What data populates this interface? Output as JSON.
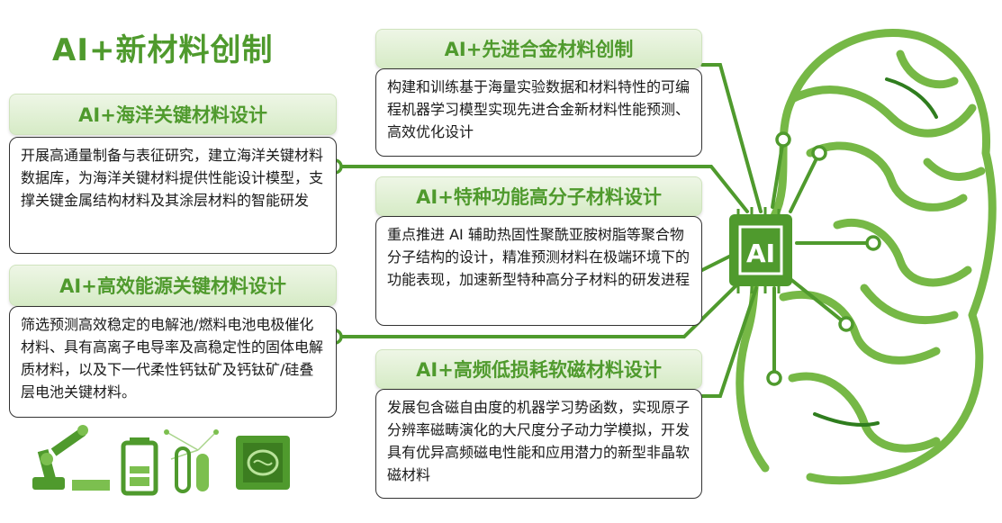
{
  "title": "AI+新材料创制",
  "cards": {
    "ocean": {
      "heading": "AI+海洋关键材料设计",
      "body": "开展高通量制备与表征研究，建立海洋关键材料数据库，为海洋关键材料提供性能设计模型，支撑关键金属结构材料及其涂层材料的智能研发"
    },
    "energy": {
      "heading": "AI+高效能源关键材料设计",
      "body": "筛选预测高效稳定的电解池/燃料电池电极催化材料、具有高离子电导率及高稳定性的固体电解质材料，以及下一代柔性钙钛矿及钙钛矿/硅叠层电池关键材料。"
    },
    "alloy": {
      "heading": "AI+先进合金材料创制",
      "body": "构建和训练基于海量实验数据和材料特性的可编程机器学习模型实现先进合金新材料性能预测、高效优化设计"
    },
    "polymer": {
      "heading": "AI+特种功能高分子材料设计",
      "body": "重点推进 AI 辅助热固性聚酰亚胺树脂等聚合物分子结构的设计，精准预测材料在极端环境下的功能表现，加速新型特种高分子材料的研发进程"
    },
    "magnetic": {
      "heading": "AI+高频低损耗软磁材料设计",
      "body": "发展包含磁自由度的机器学习势函数，实现原子分辨率磁畴演化的大尺度分子动力学模拟，开发具有优异高频磁电性能和应用潜力的新型非晶软磁材料"
    }
  },
  "chip_label": "AI",
  "colors": {
    "green": "#4f9a2d",
    "light_green": "#7cbf4f"
  },
  "icons": [
    "robot-arm-icon",
    "battery-icon",
    "test-tube-icon",
    "chip-brain-icon"
  ]
}
